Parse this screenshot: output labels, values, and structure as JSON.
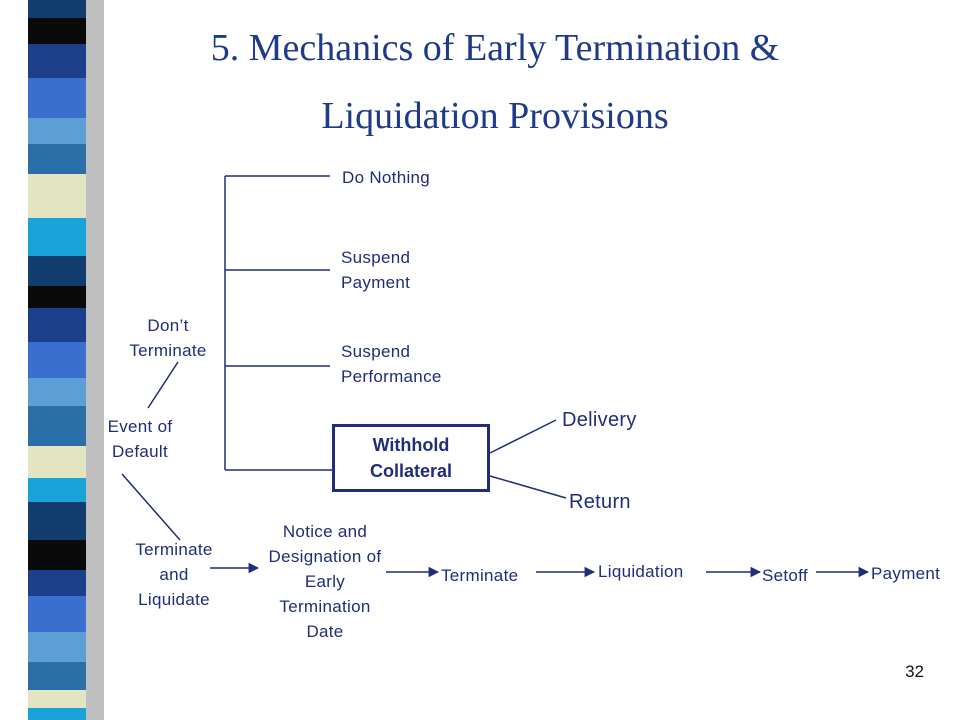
{
  "slide": {
    "title_line1": "5. Mechanics of Early Termination &",
    "title_line2": "Liquidation Provisions",
    "page_number": "32"
  },
  "nodes": {
    "event_of_default": "Event of\nDefault",
    "dont_terminate": "Don’t\nTerminate",
    "terminate_and_liquidate": "Terminate\nand\nLiquidate",
    "do_nothing": "Do Nothing",
    "suspend_payment": "Suspend\nPayment",
    "suspend_performance": "Suspend\nPerformance",
    "withhold_collateral": "Withhold\nCollateral",
    "delivery": "Delivery",
    "return": "Return",
    "notice_designation": "Notice and\nDesignation of\nEarly\nTermination\nDate",
    "terminate": "Terminate",
    "liquidation": "Liquidation",
    "setoff": "Setoff",
    "payment": "Payment"
  },
  "colors": {
    "title": "#1f3a8a",
    "text": "#1f2d7a",
    "stripe": [
      "#2a6fa8",
      "#103c6e",
      "#3a6fd0",
      "#e2e4c2",
      "#0a0a0a",
      "#5b9fd4",
      "#1aa3d8",
      "#1b3f8a"
    ]
  }
}
